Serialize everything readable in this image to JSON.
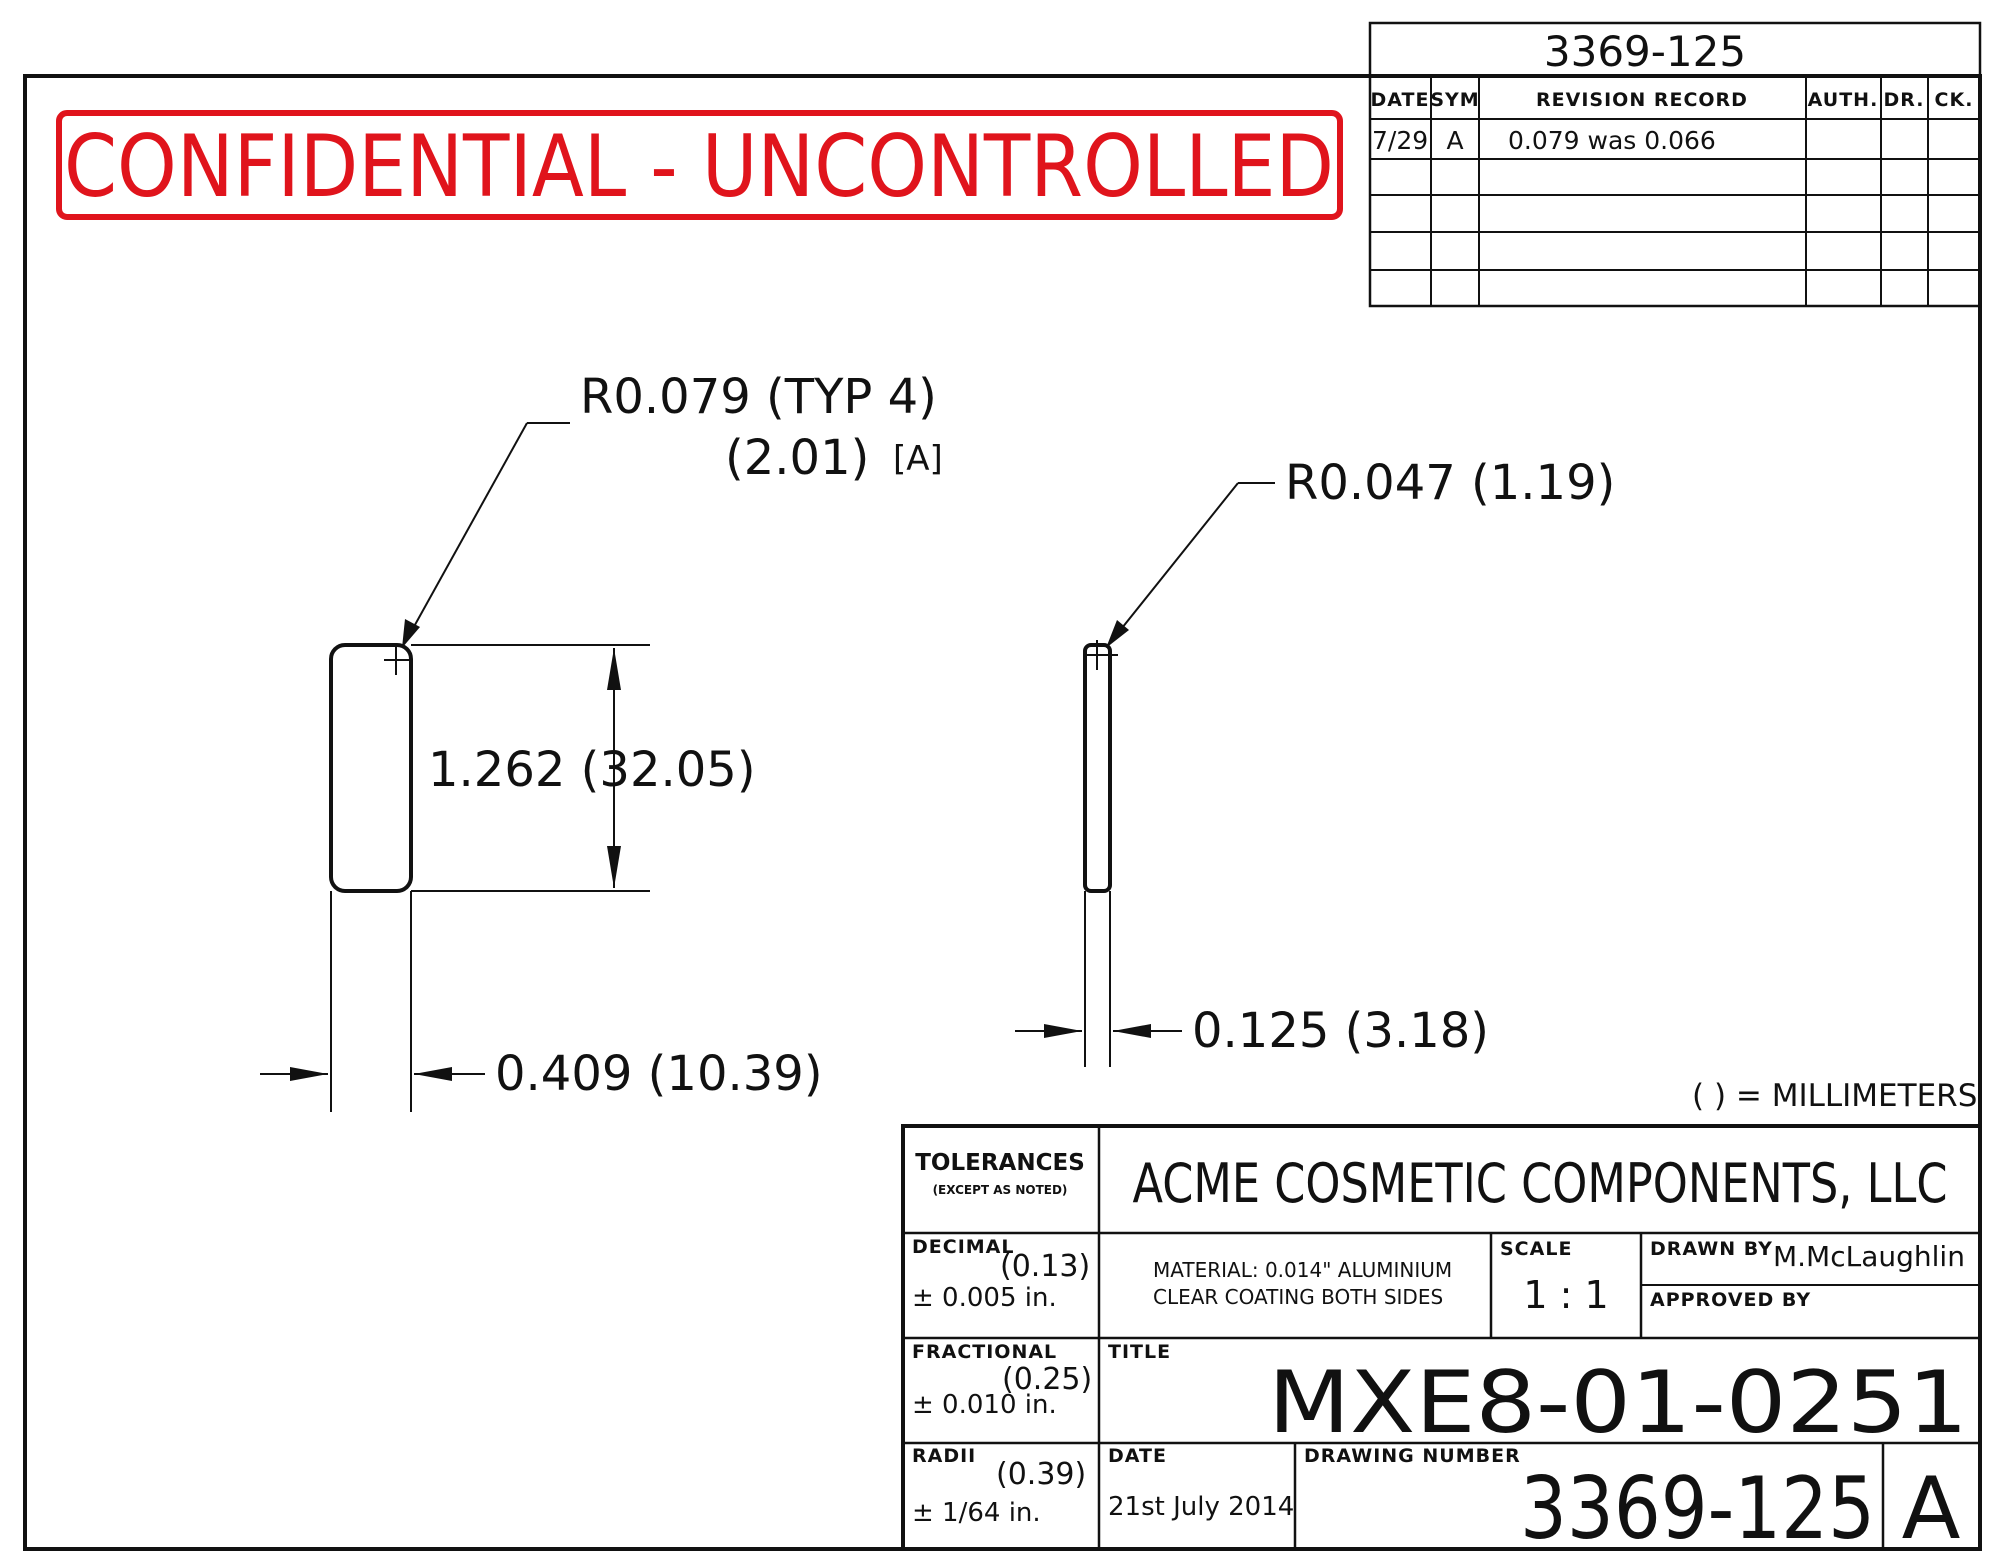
{
  "stamp": {
    "text": "CONFIDENTIAL - UNCONTROLLED",
    "color": "#e0141c"
  },
  "top_number": "3369-125",
  "revision_table": {
    "headers": {
      "date": "DATE",
      "sym": "SYM",
      "record": "REVISION RECORD",
      "auth": "AUTH.",
      "dr": "DR.",
      "ck": "CK."
    },
    "rows": [
      {
        "date": "7/29",
        "sym": "A",
        "record": "0.079 was 0.066",
        "auth": "",
        "dr": "",
        "ck": ""
      }
    ]
  },
  "dimensions": {
    "corner_radius": {
      "line1": "R0.079 (TYP 4)",
      "line2": "(2.01)",
      "flag": "[A]"
    },
    "edge_radius": "R0.047 (1.19)",
    "length": "1.262 (32.05)",
    "width": "0.409 (10.39)",
    "thickness": "0.125 (3.18)"
  },
  "units_note": "( ) = MILLIMETERS",
  "title_block": {
    "tolerances_label": "TOLERANCES",
    "except_label": "(EXCEPT AS NOTED)",
    "company": "ACME COSMETIC COMPONENTS, LLC",
    "decimal_label": "DECIMAL",
    "decimal_mm": "(0.13)",
    "decimal_tol": "± 0.005 in.",
    "fractional_label": "FRACTIONAL",
    "fractional_mm": "(0.25)",
    "fractional_tol": "± 0.010 in.",
    "radii_label": "RADII",
    "radii_mm": "(0.39)",
    "radii_tol": "± 1/64 in.",
    "material_line1": "MATERIAL: 0.014\" ALUMINIUM",
    "material_line2": "CLEAR COATING BOTH SIDES",
    "scale_label": "SCALE",
    "scale_value": "1 : 1",
    "drawn_by_label": "DRAWN BY",
    "drawn_by_value": "M.McLaughlin",
    "approved_by_label": "APPROVED BY",
    "approved_by_value": "",
    "title_label": "TITLE",
    "title_value": "MXE8-01-0251",
    "date_label": "DATE",
    "date_value": "21st July 2014",
    "drawing_number_label": "DRAWING NUMBER",
    "drawing_number_value": "3369-125",
    "revision_letter": "A"
  }
}
